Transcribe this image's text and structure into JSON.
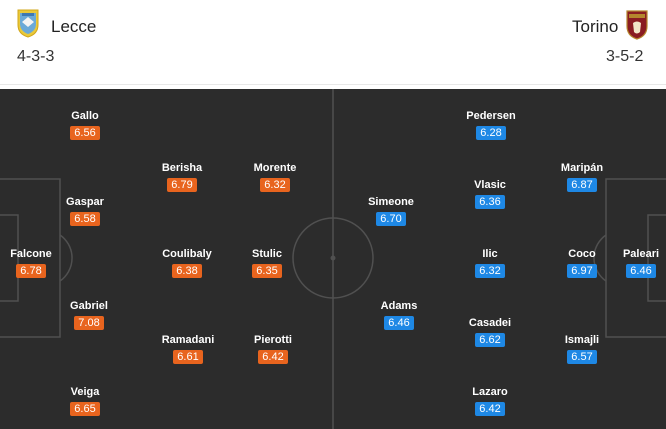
{
  "home": {
    "name": "Lecce",
    "formation": "4-3-3",
    "rating_color": "#e8641e",
    "logo_icon": "lecce-crest-icon",
    "players": [
      {
        "id": "gallo",
        "name": "Gallo",
        "rating": "6.56"
      },
      {
        "id": "berisha",
        "name": "Berisha",
        "rating": "6.79"
      },
      {
        "id": "morente",
        "name": "Morente",
        "rating": "6.32"
      },
      {
        "id": "gaspar",
        "name": "Gaspar",
        "rating": "6.58"
      },
      {
        "id": "falcone",
        "name": "Falcone",
        "rating": "6.78"
      },
      {
        "id": "coulibaly",
        "name": "Coulibaly",
        "rating": "6.38"
      },
      {
        "id": "stulic",
        "name": "Stulic",
        "rating": "6.35"
      },
      {
        "id": "gabriel",
        "name": "Gabriel",
        "rating": "7.08"
      },
      {
        "id": "ramadani",
        "name": "Ramadani",
        "rating": "6.61"
      },
      {
        "id": "pierotti",
        "name": "Pierotti",
        "rating": "6.42"
      },
      {
        "id": "veiga",
        "name": "Veiga",
        "rating": "6.65"
      }
    ]
  },
  "away": {
    "name": "Torino",
    "formation": "3-5-2",
    "rating_color": "#1e88e5",
    "logo_icon": "torino-crest-icon",
    "players": [
      {
        "id": "pedersen",
        "name": "Pedersen",
        "rating": "6.28"
      },
      {
        "id": "maripan",
        "name": "Maripán",
        "rating": "6.87"
      },
      {
        "id": "simeone",
        "name": "Simeone",
        "rating": "6.70"
      },
      {
        "id": "vlasic",
        "name": "Vlasic",
        "rating": "6.36"
      },
      {
        "id": "ilic",
        "name": "Ilic",
        "rating": "6.32"
      },
      {
        "id": "coco",
        "name": "Coco",
        "rating": "6.97"
      },
      {
        "id": "paleari",
        "name": "Paleari",
        "rating": "6.46"
      },
      {
        "id": "adams",
        "name": "Adams",
        "rating": "6.46"
      },
      {
        "id": "casadei",
        "name": "Casadei",
        "rating": "6.62"
      },
      {
        "id": "ismajli",
        "name": "Ismajli",
        "rating": "6.57"
      },
      {
        "id": "lazaro",
        "name": "Lazaro",
        "rating": "6.42"
      }
    ]
  }
}
